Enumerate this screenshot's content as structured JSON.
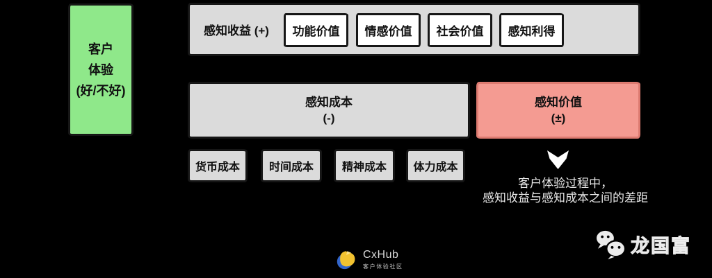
{
  "colors": {
    "bg": "#000000",
    "box_green": "#8FE88A",
    "panel_gray": "#DBDBDB",
    "box_white": "#FFFFFF",
    "salmon": "#F49B92",
    "salmon_border": "#DD7B71",
    "border_dark": "#161616",
    "text_dark": "#111111",
    "text_light": "#E8E8E8",
    "watermark_white": "#FFFFFF8C"
  },
  "experience_box": {
    "lines": [
      "客户",
      "体验",
      "(好/不好)"
    ]
  },
  "benefit_panel": {
    "label": "感知收益 (+)",
    "items": [
      "功能价值",
      "情感价值",
      "社会价值",
      "感知利得"
    ]
  },
  "cost_panel": {
    "title": "感知成本",
    "sign": "(-)"
  },
  "value_panel": {
    "title": "感知价值",
    "sign": "(±)"
  },
  "cost_items": [
    "货币成本",
    "时间成本",
    "精神成本",
    "体力成本"
  ],
  "annotation": {
    "line1": "客户体验过程中，",
    "line2": "感知收益与感知成本之间的差距"
  },
  "footer_logo": {
    "name": "CxHub",
    "tagline": "客户体验社区"
  },
  "watermark": {
    "text": "龙国富"
  }
}
